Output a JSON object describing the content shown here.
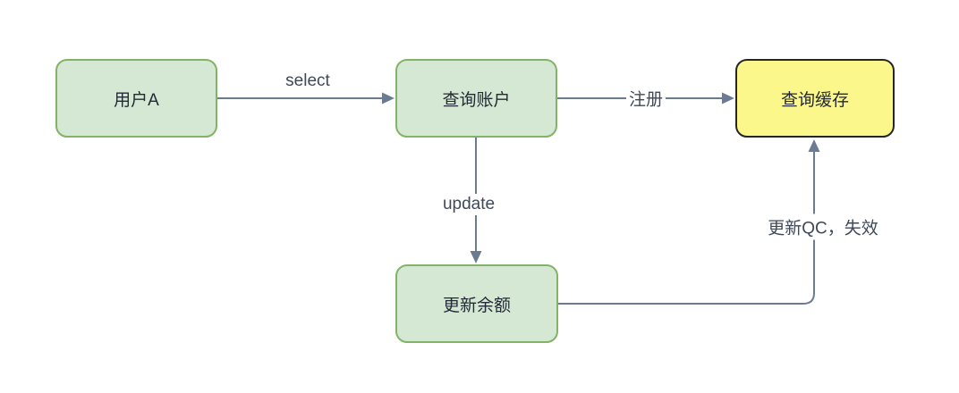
{
  "diagram": {
    "background": "#ffffff",
    "nodes": [
      {
        "id": "user-a",
        "label": "用户A",
        "shape": "rounded-rectangle",
        "fill": "#d5e8d4",
        "border": "#82b366"
      },
      {
        "id": "query-account",
        "label": "查询账户",
        "shape": "rounded-rectangle",
        "fill": "#d5e8d4",
        "border": "#82b366"
      },
      {
        "id": "query-cache",
        "label": "查询缓存",
        "shape": "rounded-rectangle",
        "fill": "#fcf78b",
        "border": "#262626"
      },
      {
        "id": "update-balance",
        "label": "更新余额",
        "shape": "rounded-rectangle",
        "fill": "#d5e8d4",
        "border": "#82b366"
      }
    ],
    "edges": [
      {
        "from": "user-a",
        "to": "query-account",
        "label": "select"
      },
      {
        "from": "query-account",
        "to": "query-cache",
        "label": "注册"
      },
      {
        "from": "query-account",
        "to": "update-balance",
        "label": "update"
      },
      {
        "from": "update-balance",
        "to": "query-cache",
        "label": "更新QC，失效"
      }
    ],
    "colors": {
      "edge_stroke": "#6b7b94",
      "edge_label_text": "#3f4959",
      "node_label_text": "#232a35"
    }
  }
}
